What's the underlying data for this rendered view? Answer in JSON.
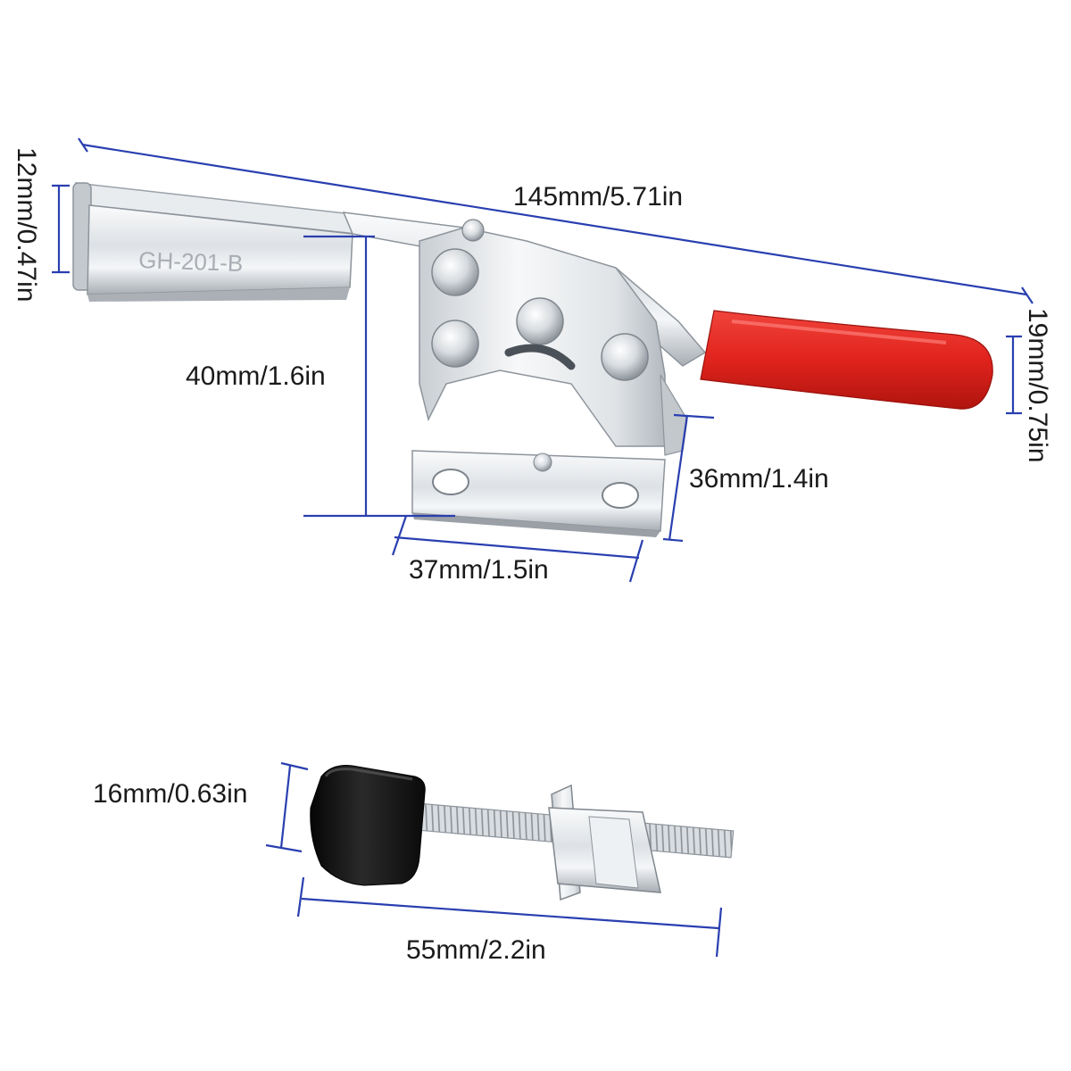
{
  "colors": {
    "dimension_line": "#2a3fb0",
    "metal_light": "#f2f4f6",
    "metal_dark": "#8e959c",
    "handle_red": "#e0231c",
    "rubber_black": "#141414"
  },
  "clamp": {
    "model_engraving": "GH-201-B",
    "dimensions": {
      "overall_length": "145mm/5.71in",
      "bar_width": "12mm/0.47in",
      "handle_height": "19mm/0.75in",
      "height": "40mm/1.6in",
      "base_height": "36mm/1.4in",
      "base_width": "37mm/1.5in"
    }
  },
  "spindle": {
    "dimensions": {
      "tip_diameter": "16mm/0.63in",
      "length": "55mm/2.2in"
    }
  }
}
